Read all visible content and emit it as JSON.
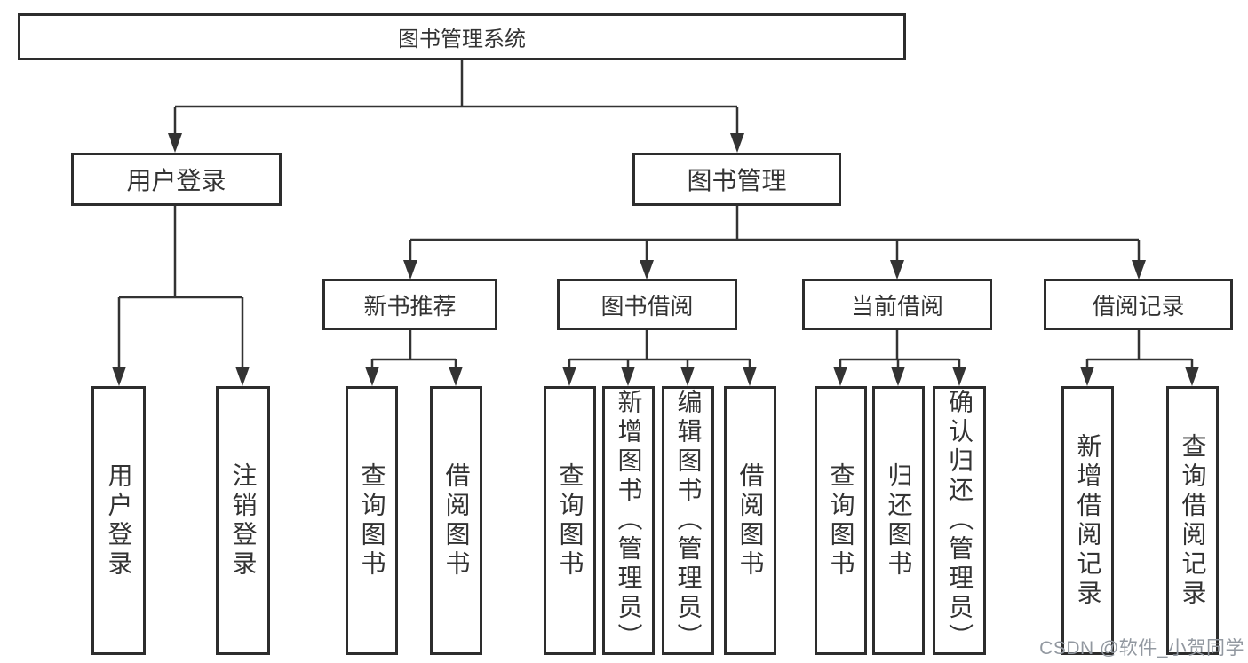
{
  "tree": {
    "root": {
      "label": "图书管理系统"
    },
    "branches": [
      {
        "label": "用户登录",
        "children": [
          {
            "label": "用户登录"
          },
          {
            "label": "注销登录"
          }
        ]
      },
      {
        "label": "图书管理",
        "children": [
          {
            "label": "新书推荐",
            "children": [
              {
                "label": "查询图书"
              },
              {
                "label": "借阅图书"
              }
            ]
          },
          {
            "label": "图书借阅",
            "children": [
              {
                "label": "查询图书"
              },
              {
                "label": "新增图书（管理员）"
              },
              {
                "label": "编辑图书（管理员）"
              },
              {
                "label": "借阅图书"
              }
            ]
          },
          {
            "label": "当前借阅",
            "children": [
              {
                "label": "查询图书"
              },
              {
                "label": "归还图书"
              },
              {
                "label": "确认归还（管理员）"
              }
            ]
          },
          {
            "label": "借阅记录",
            "children": [
              {
                "label": "新增借阅记录"
              },
              {
                "label": "查询借阅记录"
              }
            ]
          }
        ]
      }
    ]
  },
  "watermark": {
    "text": "CSDN @软件_小贺同学"
  },
  "colors": {
    "line": "#333333",
    "box_border": "#2d2d2d",
    "text": "#333333",
    "watermark": "#9298a0",
    "background": "#ffffff"
  }
}
